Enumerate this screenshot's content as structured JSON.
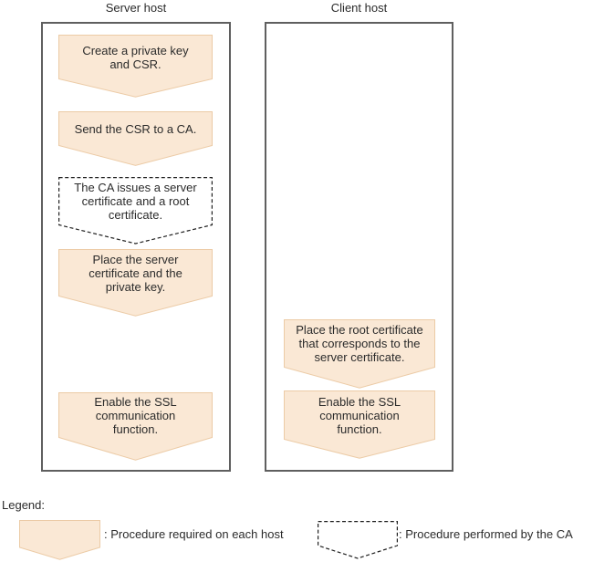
{
  "colors": {
    "step_fill": "#fae8d5",
    "step_border": "#eccba6",
    "dashed_border": "#1f1f1f",
    "box_border": "#5f5f5f",
    "text": "#2b2b2b"
  },
  "columns": [
    {
      "title": "Server host",
      "steps": [
        {
          "type": "filled",
          "text": "Create a private key\nand CSR."
        },
        {
          "type": "filled",
          "text": "Send the CSR to a CA."
        },
        {
          "type": "dashed",
          "text": "The CA issues a server\ncertificate and a root\ncertificate."
        },
        {
          "type": "filled",
          "text": "Place the server\ncertificate and the\nprivate key."
        },
        {
          "type": "filled",
          "text": "Enable the SSL\ncommunication\nfunction."
        }
      ]
    },
    {
      "title": "Client host",
      "steps": [
        {
          "type": "filled",
          "text": "Place the root certificate\nthat corresponds to the\nserver certificate."
        },
        {
          "type": "filled",
          "text": "Enable the SSL\ncommunication\nfunction."
        }
      ]
    }
  ],
  "legend": {
    "label": "Legend:",
    "items": [
      {
        "type": "filled",
        "text": ": Procedure required on each host"
      },
      {
        "type": "dashed",
        "text": ": Procedure performed by the CA"
      }
    ]
  }
}
